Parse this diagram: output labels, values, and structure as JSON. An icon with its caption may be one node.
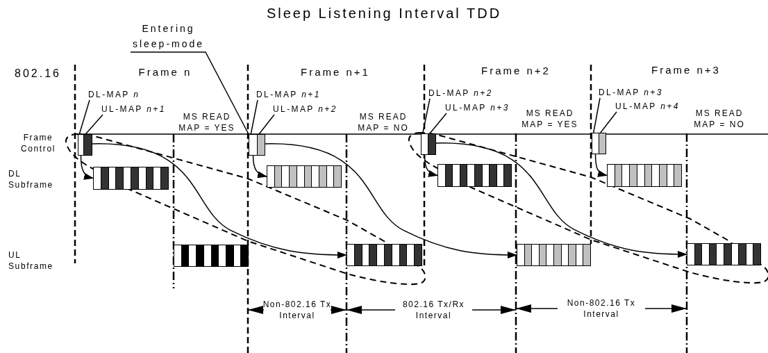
{
  "diagram": {
    "title": "Sleep Listening Interval TDD",
    "nodes": [
      {
        "text": [
          "Entering sleep-mode"
        ]
      },
      {
        "text": [
          "DL-MAP *n*"
        ]
      },
      {
        "text": [
          "UL-MAP *n+1*"
        ]
      },
      {
        "text": [
          "DL-MAP *n+1*"
        ]
      },
      {
        "text": [
          "UL-MAP *n+2*"
        ]
      },
      {
        "text": [
          "DL-MAP *n+2*"
        ]
      },
      {
        "text": [
          "UL-MAP *n+3*"
        ]
      },
      {
        "text": [
          "DL-MAP *n+3*"
        ]
      },
      {
        "text": [
          "UL-MAP *n+4*"
        ]
      },
      {
        "text": [],
        "shape": "box"
      },
      {
        "text": [],
        "shape": "box"
      },
      {
        "text": [],
        "shape": "box"
      },
      {
        "text": [],
        "shape": "box"
      },
      {
        "text": [],
        "shape": "box"
      },
      {
        "text": [],
        "shape": "box"
      },
      {
        "text": [],
        "shape": "box"
      },
      {
        "text": [],
        "shape": "box"
      },
      {
        "text": [],
        "shape": "bar"
      },
      {
        "text": [],
        "shape": "bar"
      },
      {
        "text": [],
        "shape": "bar"
      },
      {
        "text": [],
        "shape": "bar"
      },
      {
        "text": [],
        "shape": "bar"
      },
      {
        "text": [],
        "shape": "bar"
      },
      {
        "text": [],
        "shape": "bar"
      },
      {
        "text": [],
        "shape": "bar"
      }
    ],
    "edges": [
      {
        "from": 0,
        "to": 11,
        "arrow": "none"
      },
      {
        "from": 1,
        "to": 9,
        "arrow": "none"
      },
      {
        "from": 2,
        "to": 10,
        "arrow": "none"
      },
      {
        "from": 3,
        "to": 11,
        "arrow": "none"
      },
      {
        "from": 4,
        "to": 12,
        "arrow": "none"
      },
      {
        "from": 5,
        "to": 13,
        "arrow": "none"
      },
      {
        "from": 6,
        "to": 14,
        "arrow": "none"
      },
      {
        "from": 7,
        "to": 15,
        "arrow": "none"
      },
      {
        "from": 8,
        "to": 16,
        "arrow": "none"
      },
      {
        "from": 9,
        "to": 17,
        "arrow": "to"
      },
      {
        "from": 11,
        "to": 18,
        "arrow": "to"
      },
      {
        "from": 13,
        "to": 19,
        "arrow": "to"
      },
      {
        "from": 15,
        "to": 20,
        "arrow": "to"
      },
      {
        "from": 10,
        "to": 22,
        "arrow": "to"
      },
      {
        "from": 12,
        "to": 23,
        "arrow": "to"
      },
      {
        "from": 14,
        "to": 24,
        "arrow": "to"
      }
    ],
    "labels": [
      "802.16",
      "Frame n",
      "Frame n+1",
      "Frame n+2",
      "Frame n+3",
      "MS READ MAP = YES",
      "MS READ MAP = NO",
      "MS READ MAP = YES",
      "MS READ MAP = NO",
      "Frame Control",
      "DL Subframe",
      "UL Subframe",
      "Non-802.16 Tx Interval",
      "802.16 Tx/Rx Interval",
      "Non-802.16 Tx Interval"
    ]
  }
}
